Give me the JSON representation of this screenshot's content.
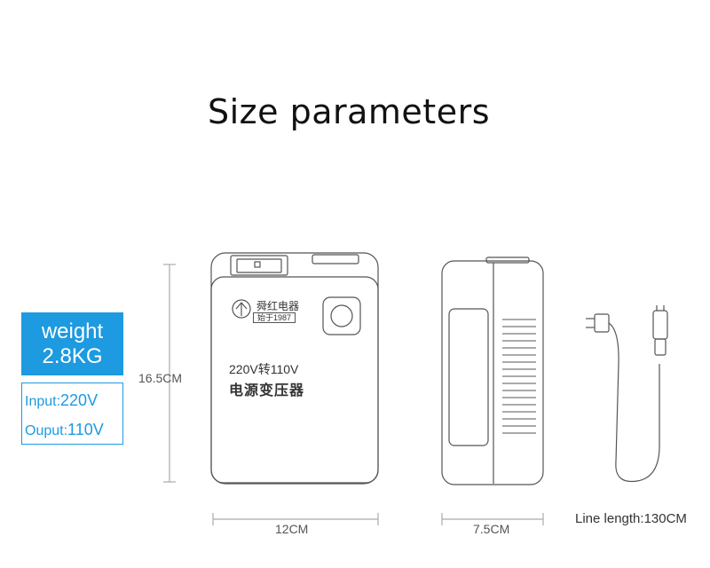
{
  "title": "Size parameters",
  "weight": {
    "label": "weight",
    "value": "2.8KG"
  },
  "specs": {
    "input_label": "Input:",
    "input_value": "220V",
    "output_label": "Ouput:",
    "output_value": "110V"
  },
  "dimensions": {
    "height": "16.5CM",
    "width": "12CM",
    "depth": "7.5CM",
    "cable": "Line length:130CM"
  },
  "device": {
    "brand": "舜红电器",
    "since": "始于1987",
    "line1": "220V转110V",
    "line2": "电源变压器"
  },
  "colors": {
    "accent": "#1d9ae0",
    "stroke": "#555555"
  }
}
